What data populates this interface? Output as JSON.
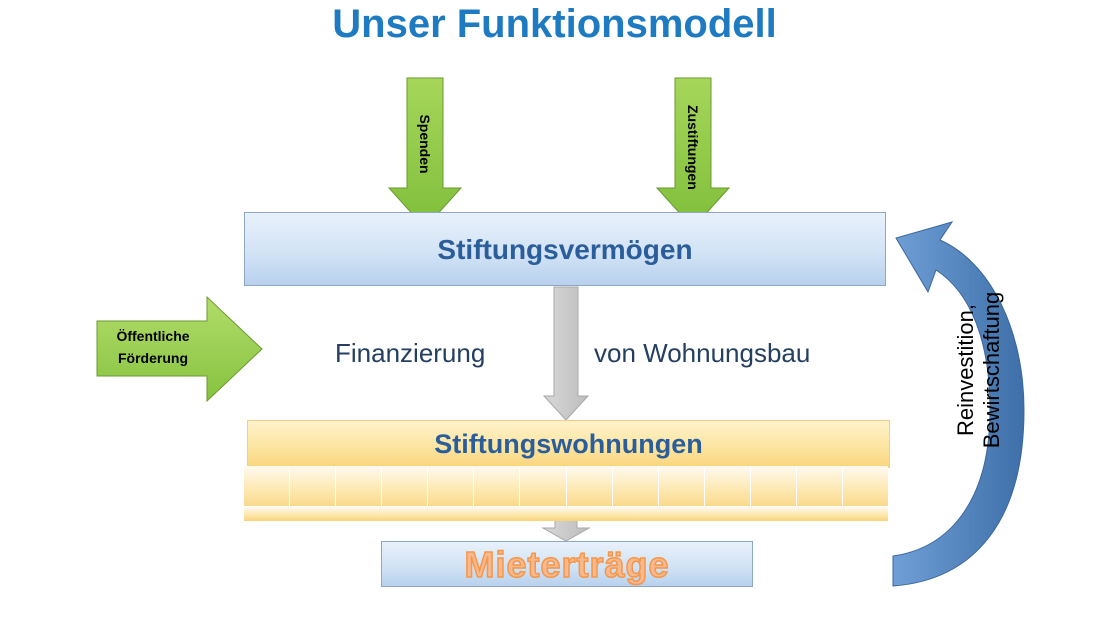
{
  "title": "Unser Funktionsmodell",
  "inputs_top": [
    {
      "label": "Spenden"
    },
    {
      "label": "Zustiftungen"
    }
  ],
  "side_input": {
    "line1": "Öffentliche",
    "line2": "Förderung"
  },
  "foundation_box": {
    "label": "Stiftungsvermögen"
  },
  "financing": {
    "left": "Finanzierung",
    "right": "von Wohnungsbau"
  },
  "apartments_box": {
    "label": "Stiftungswohnungen"
  },
  "rent_box": {
    "label": "Mieterträge"
  },
  "cycle": {
    "line1": "Reinvestition,",
    "line2": "Bewirtschaftung"
  },
  "colors": {
    "title": "#1f7bc1",
    "green_arrow": "#8cc63f",
    "blue_arrow": "#4f81bd",
    "gray_arrow": "#c8c8c8",
    "rent_text": "#f79646"
  }
}
